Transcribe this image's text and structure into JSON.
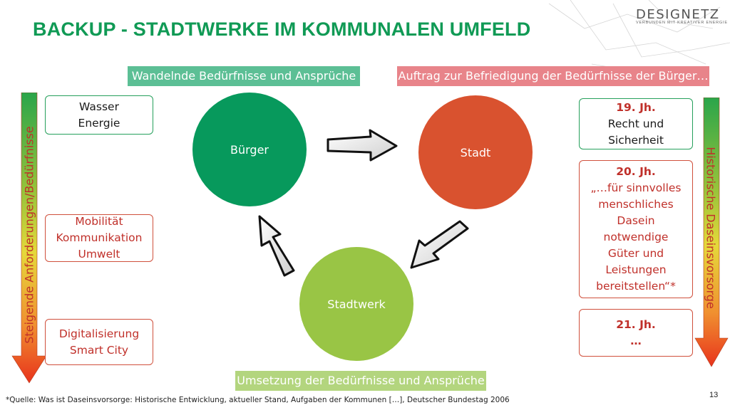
{
  "title": "BACKUP - STADTWERKE IM KOMMUNALEN UMFELD",
  "logo": {
    "text": "DESIGNETZ",
    "tagline": "VERBUNDEN MIT KREATIVER ENERGIE"
  },
  "banners": {
    "top_left": "Wandelnde Bedürfnisse und Ansprüche",
    "top_right": "Auftrag zur Befriedigung der Bedürfnisse der Bürger…",
    "bottom": "Umsetzung der Bedürfnisse und Ansprüche"
  },
  "left_boxes": [
    {
      "lines": [
        "Wasser",
        "Energie"
      ]
    },
    {
      "lines": [
        "Mobilität",
        "Kommunikation",
        "Umwelt"
      ]
    },
    {
      "lines": [
        "Digitalisierung",
        "Smart City"
      ]
    }
  ],
  "right_boxes": [
    {
      "heading": "19. Jh.",
      "lines": [
        "Recht und",
        "Sicherheit"
      ]
    },
    {
      "heading": "20. Jh.",
      "lines": [
        "„…für sinnvolles",
        "menschliches",
        "Dasein",
        "notwendige",
        "Güter und",
        "Leistungen",
        "bereitstellen“*"
      ]
    },
    {
      "heading": "21. Jh.",
      "lines": [
        "…"
      ]
    }
  ],
  "circles": {
    "buerger": "Bürger",
    "stadt": "Stadt",
    "stadtwerk": "Stadtwerk"
  },
  "left_axis_label": "Steigende Anforderungen/Bedürfnisse",
  "right_axis_label": "Historische Daseinsvorsorge",
  "footnote": "*Quelle: Was ist Daseinsvorsorge: Historische Entwicklung, aktueller Stand, Aufgaben der Kommunen […], Deutscher Bundestag 2006",
  "page_number": "13",
  "colors": {
    "title": "#109a55",
    "banner_teal": "#5cbf95",
    "banner_pink": "#e8848a",
    "banner_lightgreen": "#b3d57e",
    "circle_buerger": "#07995c",
    "circle_stadt": "#d9522f",
    "circle_stadtwerk": "#99c545",
    "arrow_red": "#e8331c",
    "arrow_green": "#2aa54a"
  }
}
